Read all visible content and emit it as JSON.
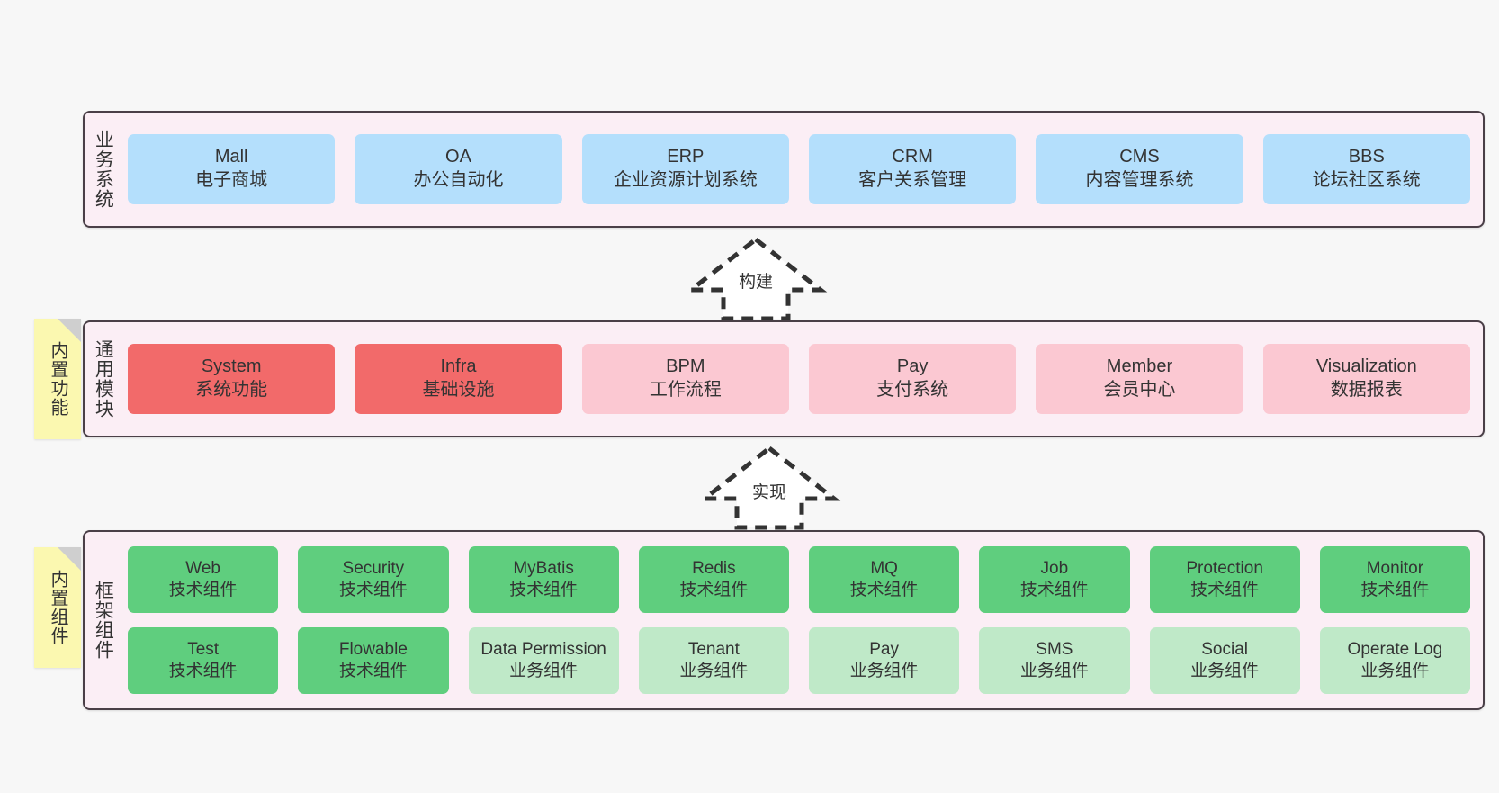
{
  "diagram": {
    "background": "#f7f7f7",
    "layers": [
      {
        "id": "business",
        "title": "业务系统",
        "rows": [
          {
            "cards": [
              {
                "en": "Mall",
                "cn": "电子商城",
                "style": "blue"
              },
              {
                "en": "OA",
                "cn": "办公自动化",
                "style": "blue"
              },
              {
                "en": "ERP",
                "cn": "企业资源计划系统",
                "style": "blue"
              },
              {
                "en": "CRM",
                "cn": "客户关系管理",
                "style": "blue"
              },
              {
                "en": "CMS",
                "cn": "内容管理系统",
                "style": "blue"
              },
              {
                "en": "BBS",
                "cn": "论坛社区系统",
                "style": "blue"
              }
            ]
          }
        ]
      },
      {
        "id": "common",
        "title": "通用模块",
        "note": "内置功能",
        "rows": [
          {
            "cards": [
              {
                "en": "System",
                "cn": "系统功能",
                "style": "red"
              },
              {
                "en": "Infra",
                "cn": "基础设施",
                "style": "red"
              },
              {
                "en": "BPM",
                "cn": "工作流程",
                "style": "pink"
              },
              {
                "en": "Pay",
                "cn": "支付系统",
                "style": "pink"
              },
              {
                "en": "Member",
                "cn": "会员中心",
                "style": "pink"
              },
              {
                "en": "Visualization",
                "cn": "数据报表",
                "style": "pink"
              }
            ]
          }
        ]
      },
      {
        "id": "framework",
        "title": "框架组件",
        "note": "内置组件",
        "rows": [
          {
            "cards": [
              {
                "en": "Web",
                "cn": "技术组件",
                "style": "green"
              },
              {
                "en": "Security",
                "cn": "技术组件",
                "style": "green"
              },
              {
                "en": "MyBatis",
                "cn": "技术组件",
                "style": "green"
              },
              {
                "en": "Redis",
                "cn": "技术组件",
                "style": "green"
              },
              {
                "en": "MQ",
                "cn": "技术组件",
                "style": "green"
              },
              {
                "en": "Job",
                "cn": "技术组件",
                "style": "green"
              },
              {
                "en": "Protection",
                "cn": "技术组件",
                "style": "green"
              },
              {
                "en": "Monitor",
                "cn": "技术组件",
                "style": "green"
              }
            ]
          },
          {
            "cards": [
              {
                "en": "Test",
                "cn": "技术组件",
                "style": "green"
              },
              {
                "en": "Flowable",
                "cn": "技术组件",
                "style": "green"
              },
              {
                "en": "Data Permission",
                "cn": "业务组件",
                "style": "green-light"
              },
              {
                "en": "Tenant",
                "cn": "业务组件",
                "style": "green-light"
              },
              {
                "en": "Pay",
                "cn": "业务组件",
                "style": "green-light"
              },
              {
                "en": "SMS",
                "cn": "业务组件",
                "style": "green-light"
              },
              {
                "en": "Social",
                "cn": "业务组件",
                "style": "green-light"
              },
              {
                "en": "Operate Log",
                "cn": "业务组件",
                "style": "green-light"
              }
            ]
          }
        ]
      }
    ],
    "arrows": [
      {
        "id": "build",
        "label": "构建",
        "direction": "up",
        "style": "dashed-block-arrow"
      },
      {
        "id": "impl",
        "label": "实现",
        "direction": "up",
        "style": "dashed-block-arrow"
      }
    ],
    "colors": {
      "layer_background": "#fbeef5",
      "layer_border": "#4a3f47",
      "blue": "#b4dffc",
      "red": "#f26a6a",
      "pink": "#fbc8d2",
      "green": "#5fce7e",
      "green_light": "#bfe9c8",
      "sticky": "#fbf8b0",
      "sticky_fold": "#cfcfcf",
      "text": "#333333"
    }
  }
}
